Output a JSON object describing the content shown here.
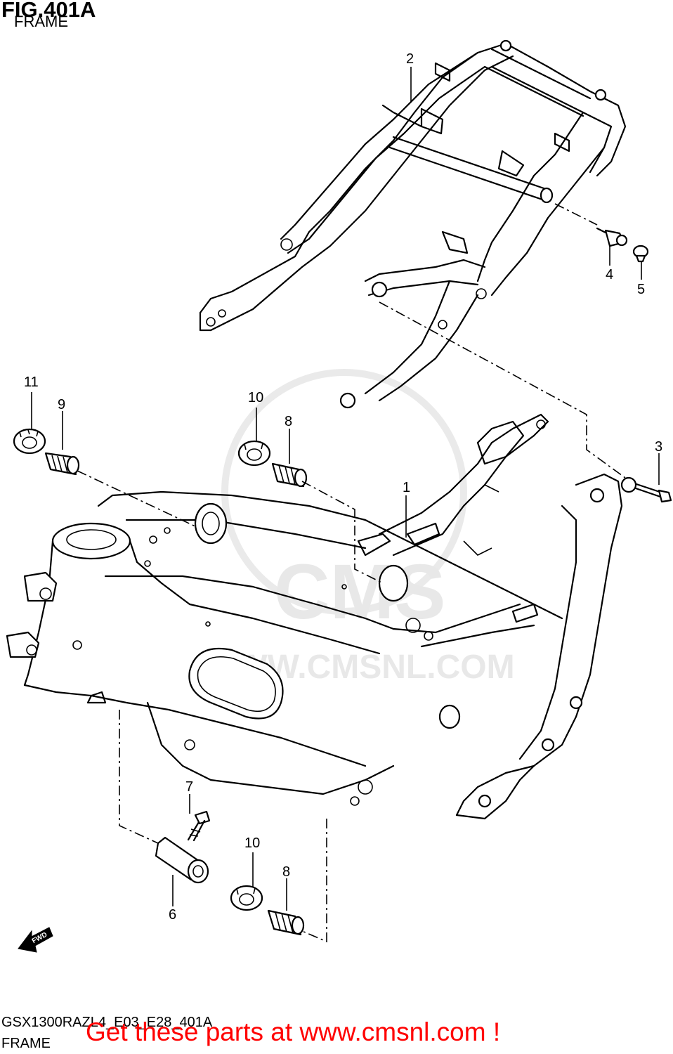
{
  "figure": {
    "title": "FIG.401A",
    "subtitle": "FRAME"
  },
  "footer": {
    "model_code": "GSX1300RAZL4_E03_E28_401A",
    "section_name": "FRAME",
    "call_to_action": "Get these parts at www.cmsnl.com !"
  },
  "watermark": {
    "brand": "CMS",
    "url": "WWW.CMSNL.COM"
  },
  "fwd_badge": "FWD",
  "part_labels": {
    "p1": "1",
    "p2": "2",
    "p3": "3",
    "p4": "4",
    "p5": "5",
    "p6": "6",
    "p7": "7",
    "p8_top": "8",
    "p8_bottom": "8",
    "p9": "9",
    "p10_top": "10",
    "p10_bottom": "10",
    "p11": "11"
  },
  "colors": {
    "line": "#000000",
    "cta": "#ff0000",
    "watermark": "#e6e6e6"
  }
}
